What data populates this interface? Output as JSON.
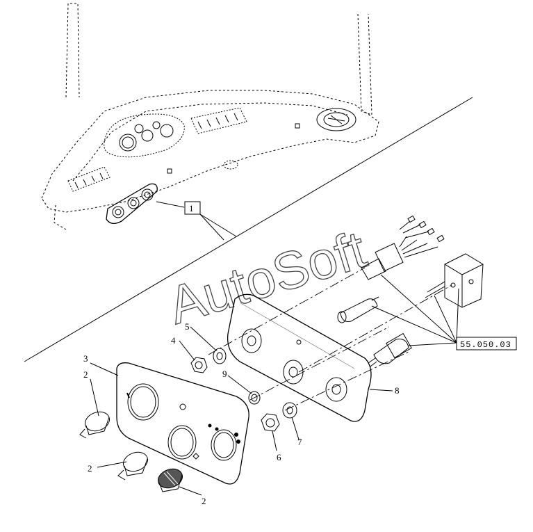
{
  "watermark": "AutoSoft",
  "reference_box": "55.050.03",
  "view_box_label": "1",
  "callouts": {
    "c1": "1",
    "c2a": "2",
    "c2b": "2",
    "c2c": "2",
    "c3": "3",
    "c4": "4",
    "c5": "5",
    "c6": "6",
    "c7": "7",
    "c8": "8",
    "c9": "9"
  },
  "colors": {
    "line": "#000000",
    "background": "#ffffff"
  }
}
